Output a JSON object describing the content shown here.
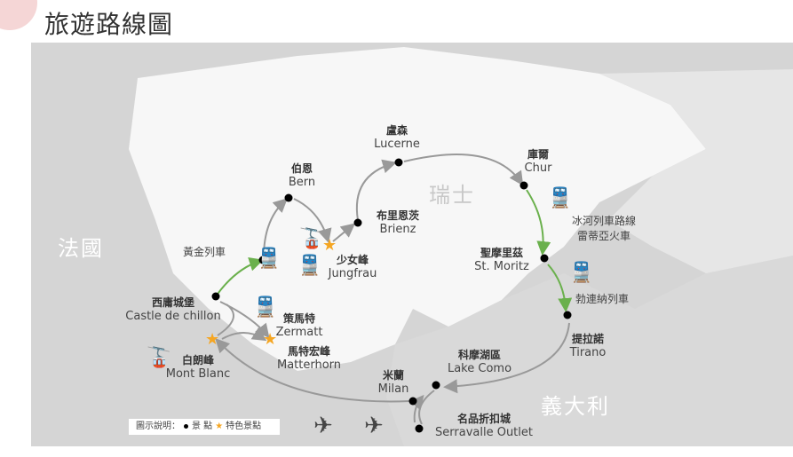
{
  "title": "旅遊路線圖",
  "countries": {
    "france": "法國",
    "switzerland": "瑞士",
    "italy": "義大利"
  },
  "places": [
    {
      "zh": "盧森",
      "en": "Lucerne"
    },
    {
      "zh": "庫爾",
      "en": "Chur"
    },
    {
      "zh": "伯恩",
      "en": "Bern"
    },
    {
      "zh": "布里恩茨",
      "en": "Brienz"
    },
    {
      "zh": "少女峰",
      "en": "Jungfrau"
    },
    {
      "zh": "西庸城堡",
      "en": "Castle de chillon"
    },
    {
      "zh": "策馬特",
      "en": "Zermatt"
    },
    {
      "zh": "馬特宏峰",
      "en": "Matterhorn"
    },
    {
      "zh": "白朗峰",
      "en": "Mont Blanc"
    },
    {
      "zh": "聖摩里茲",
      "en": "St. Moritz"
    },
    {
      "zh": "提拉諾",
      "en": "Tirano"
    },
    {
      "zh": "科摩湖區",
      "en": "Lake Como"
    },
    {
      "zh": "米蘭",
      "en": "Milan"
    },
    {
      "zh": "名品折扣城",
      "en": "Serravalle Outlet"
    }
  ],
  "trains": {
    "golden": "黃金列車",
    "glacier1": "冰河列車路線",
    "glacier2": "雷蒂亞火車",
    "bernina": "勃連納列車"
  },
  "legend": {
    "label": "圖示說明：",
    "spot": "景 點",
    "featured": "特色景點"
  },
  "colors": {
    "route": "#999999",
    "train_route": "#6ab04c",
    "star": "#f5a623"
  }
}
